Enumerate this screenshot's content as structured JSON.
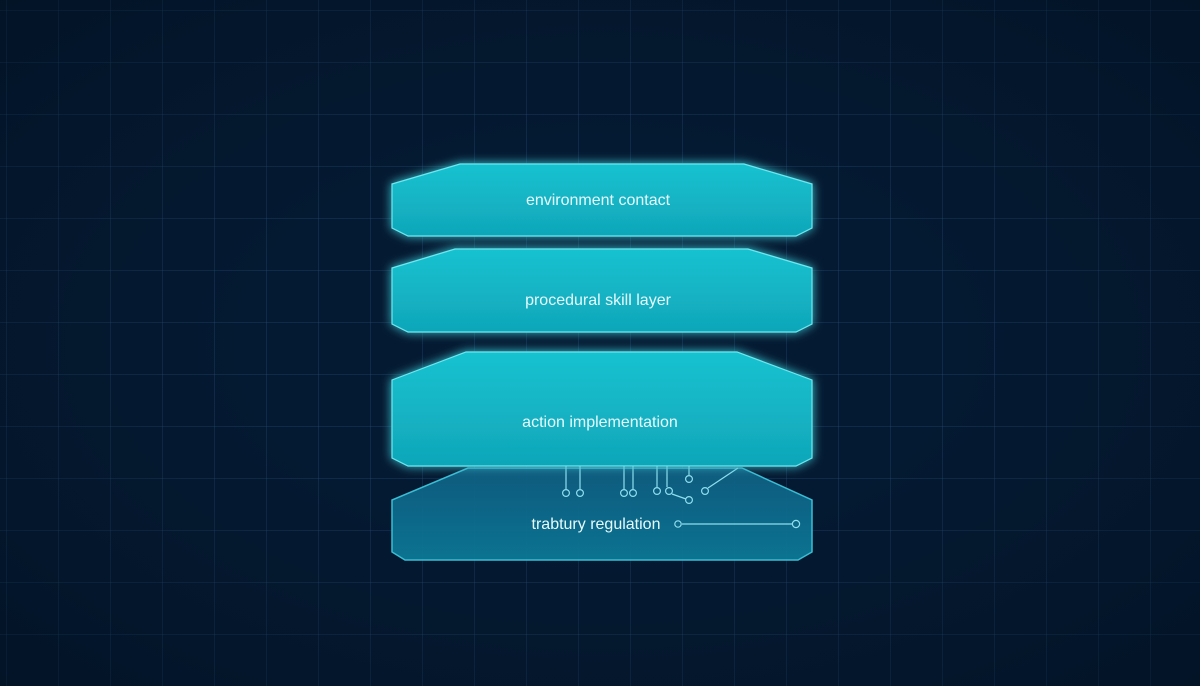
{
  "layers": [
    {
      "label": "environment contact"
    },
    {
      "label": "procedural skill layer"
    },
    {
      "label": "action implementation"
    },
    {
      "label": "trabtury regulation"
    }
  ],
  "colors": {
    "background": "#041a32",
    "grid": "#1d4a6e",
    "layer_fill": "#14b4c4",
    "layer_edge": "#5fe4ee",
    "bottom_fill": "#0e6a8c",
    "label_text": "#e6fbfd",
    "connector": "#8fdfee"
  }
}
